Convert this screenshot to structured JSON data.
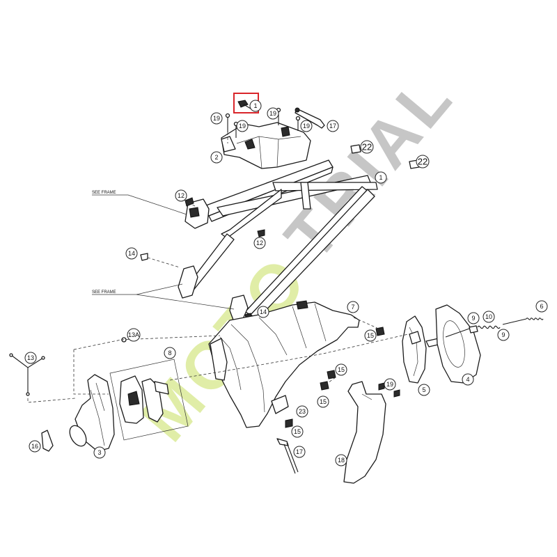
{
  "watermark": {
    "part1": "MOTO",
    "part2": "TRIAL",
    "color1": "#d6e88a",
    "color2": "#b9b9b9"
  },
  "notes": {
    "see_frame_1": "SEE FRAME",
    "see_frame_2": "SEE FRAME"
  },
  "callouts": {
    "c1_top": "1",
    "c1": "1",
    "c2": "2",
    "c3": "3",
    "c4": "4",
    "c5": "5",
    "c6": "6",
    "c7": "7",
    "c8": "8",
    "c9a": "9",
    "c9b": "9",
    "c10": "10",
    "c12a": "12",
    "c12b": "12",
    "c13": "13",
    "c13a": "13A",
    "c14a": "14",
    "c14b": "14",
    "c15a": "15",
    "c15b": "15",
    "c15c": "15",
    "c15d": "15",
    "c16": "16",
    "c17a": "17",
    "c17b": "17",
    "c18": "18",
    "c19a": "19",
    "c19b": "19",
    "c19c": "19",
    "c19d": "19",
    "c19e": "19",
    "c22a": "22",
    "c22b": "22",
    "c23": "23"
  },
  "colors": {
    "highlight": "#d9252a",
    "ink": "#1a1a1a"
  }
}
